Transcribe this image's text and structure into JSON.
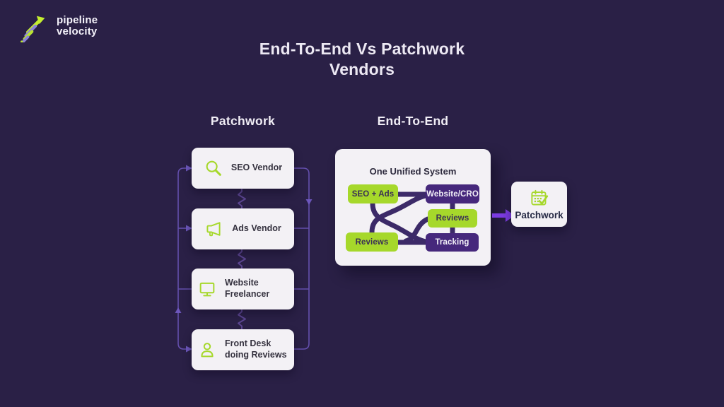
{
  "logo": {
    "line1": "pipeline",
    "line2": "velocity",
    "icon": "pipeline-velocity-coil-arrow-icon"
  },
  "title": {
    "line1": "End-To-End Vs Patchwork",
    "line2": "Vendors"
  },
  "patchwork": {
    "header": "Patchwork",
    "cards": [
      {
        "icon": "magnifier-icon",
        "label": "SEO Vendor"
      },
      {
        "icon": "megaphone-icon",
        "label": "Ads Vendor"
      },
      {
        "icon": "monitor-icon",
        "label": "Website Freelancer"
      },
      {
        "icon": "person-icon",
        "label": "Front Desk doing Reviews"
      }
    ]
  },
  "end_to_end": {
    "header": "End-To-End",
    "unified_card": {
      "title": "One Unified System",
      "chips": [
        {
          "label": "SEO + Ads",
          "style": "green"
        },
        {
          "label": "Website/CRO",
          "style": "purple"
        },
        {
          "label": "Reviews",
          "style": "green"
        },
        {
          "label": "Reviews",
          "style": "green"
        },
        {
          "label": "Tracking",
          "style": "purple"
        }
      ]
    },
    "result_card": {
      "icon": "checklist-calendar-icon",
      "label": "Patchwork"
    }
  },
  "colors": {
    "background": "#2a2046",
    "card_bg": "#f3f1f5",
    "accent_green": "#a6d82b",
    "chip_purple": "#46287c",
    "connector_dark": "#3c2a68",
    "rail_purple": "#6f58c0",
    "arrow_purple": "#7b3be0",
    "zigzag_purple": "#5b4590"
  }
}
